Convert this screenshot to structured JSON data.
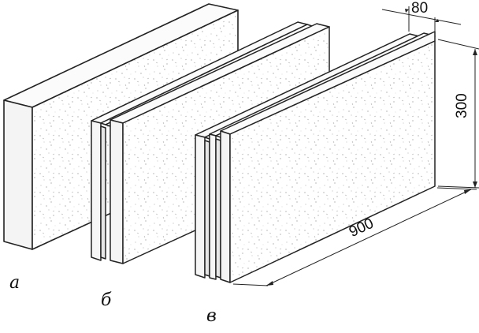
{
  "labels": {
    "a": "а",
    "b": "б",
    "v": "в"
  },
  "dimensions": {
    "thickness": "80",
    "height": "300",
    "length": "900"
  }
}
